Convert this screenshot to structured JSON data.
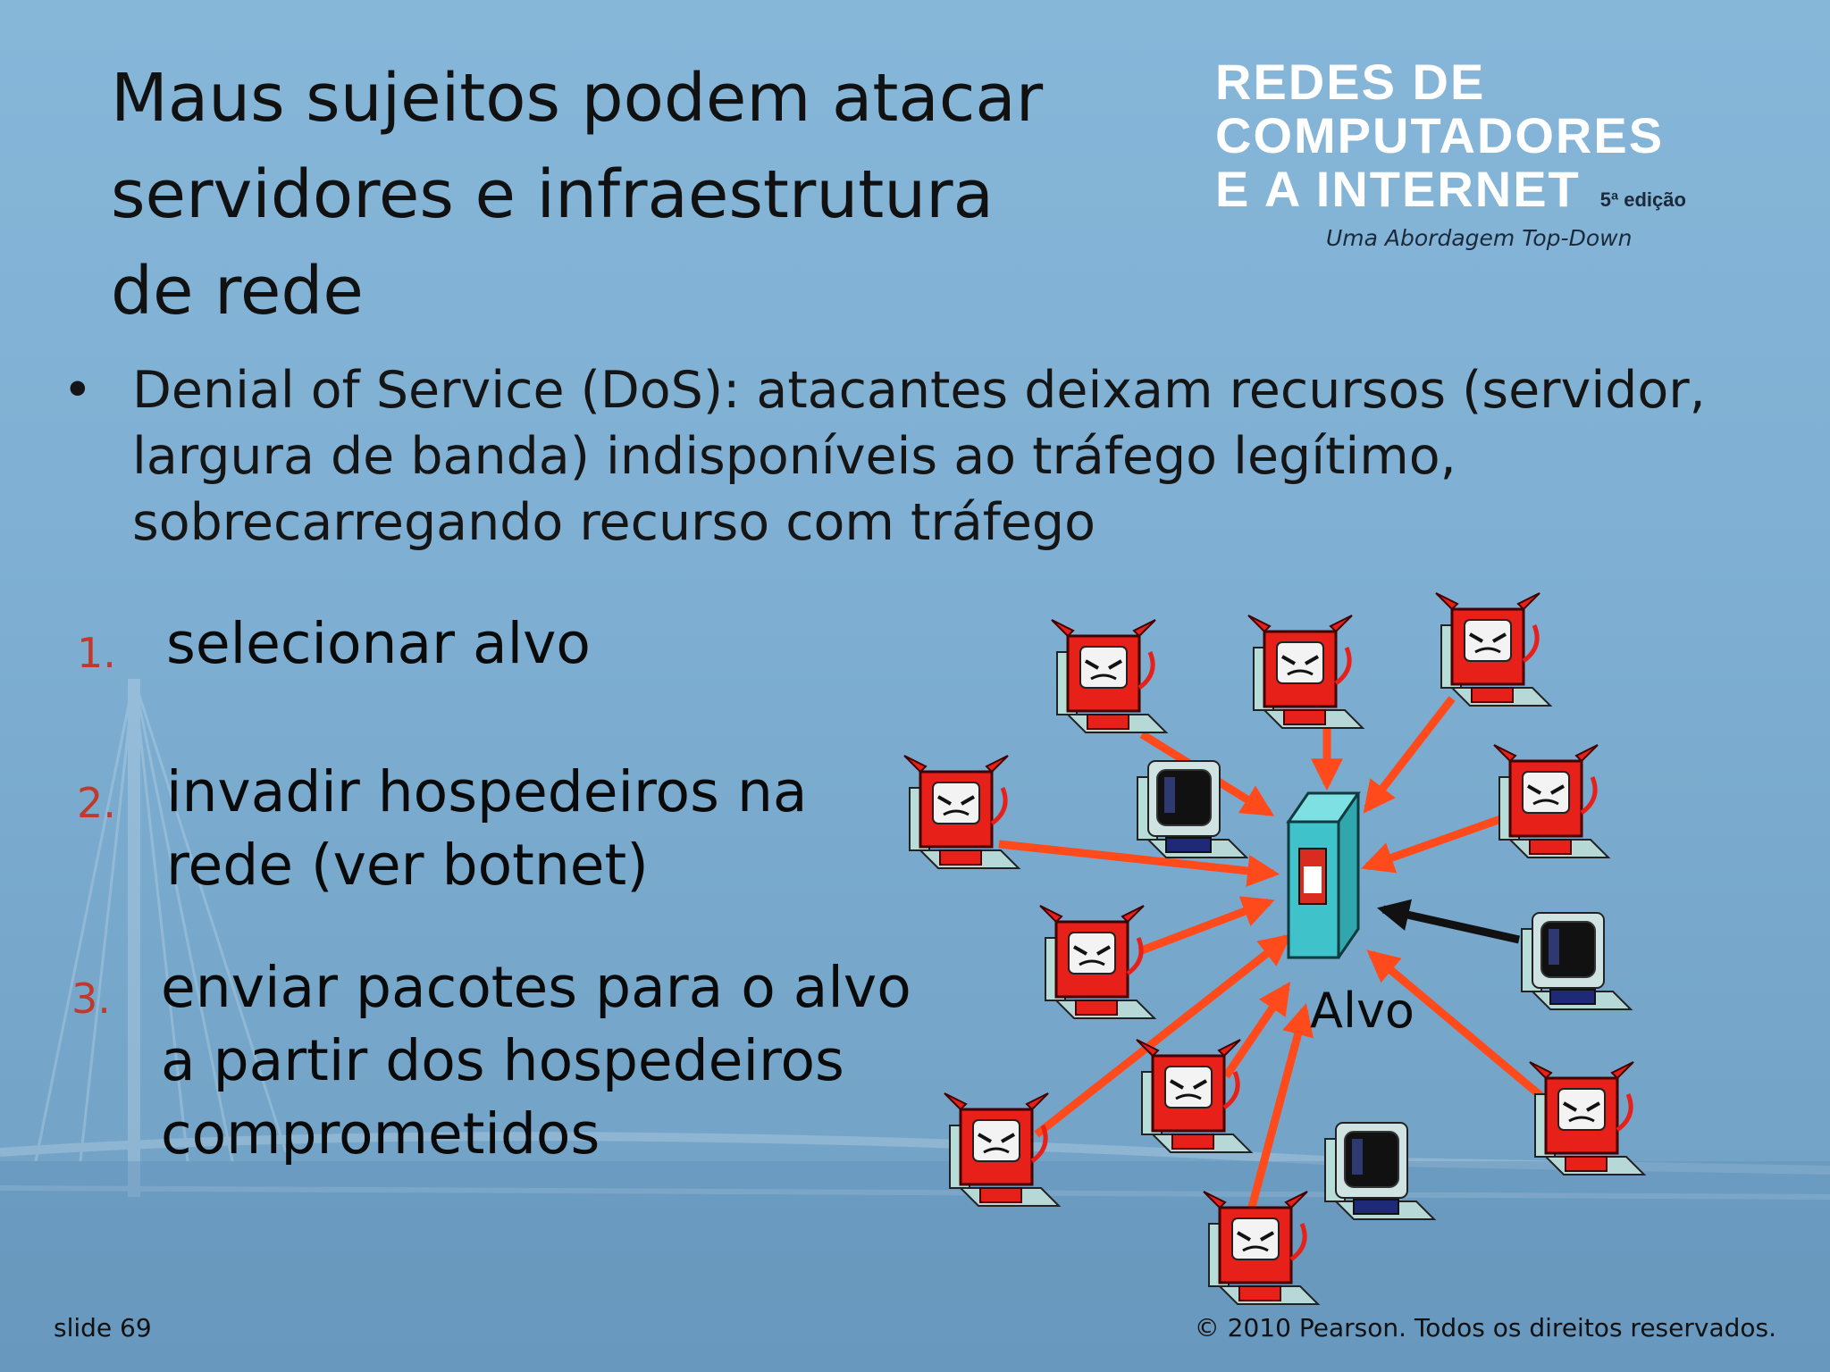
{
  "title": {
    "line1": "Maus sujeitos podem atacar",
    "line2": "servidores e infraestrutura",
    "line3": "de rede"
  },
  "logo": {
    "line1": "REDES DE",
    "line2": "COMPUTADORES",
    "line3": "E A INTERNET",
    "edition": "5ª edição",
    "subtitle": "Uma Abordagem Top-Down"
  },
  "bullet": {
    "marker": "•",
    "line1": "Denial of Service (DoS): atacantes deixam recursos (servidor,",
    "line2": "largura de banda) indisponíveis ao tráfego legítimo,",
    "line3": "sobrecarregando recurso com tráfego"
  },
  "steps": [
    {
      "num": "1.",
      "line1": "selecionar alvo"
    },
    {
      "num": "2.",
      "line1": "invadir hospedeiros na",
      "line2": "rede (ver botnet)"
    },
    {
      "num": "3.",
      "line1": "enviar pacotes para o alvo",
      "line2": "a partir dos hospedeiros",
      "line3": "comprometidos"
    }
  ],
  "diagram": {
    "target_label": "Alvo",
    "colors": {
      "attack_arrow": "#ff4a1c",
      "normal_arrow": "#111111",
      "target_box": "#3fc2c9",
      "bad_host": "#e8201a",
      "good_host": "#1e2a78"
    }
  },
  "footer": {
    "slide": "slide 69",
    "copyright": "© 2010 Pearson. Todos os direitos reservados."
  }
}
